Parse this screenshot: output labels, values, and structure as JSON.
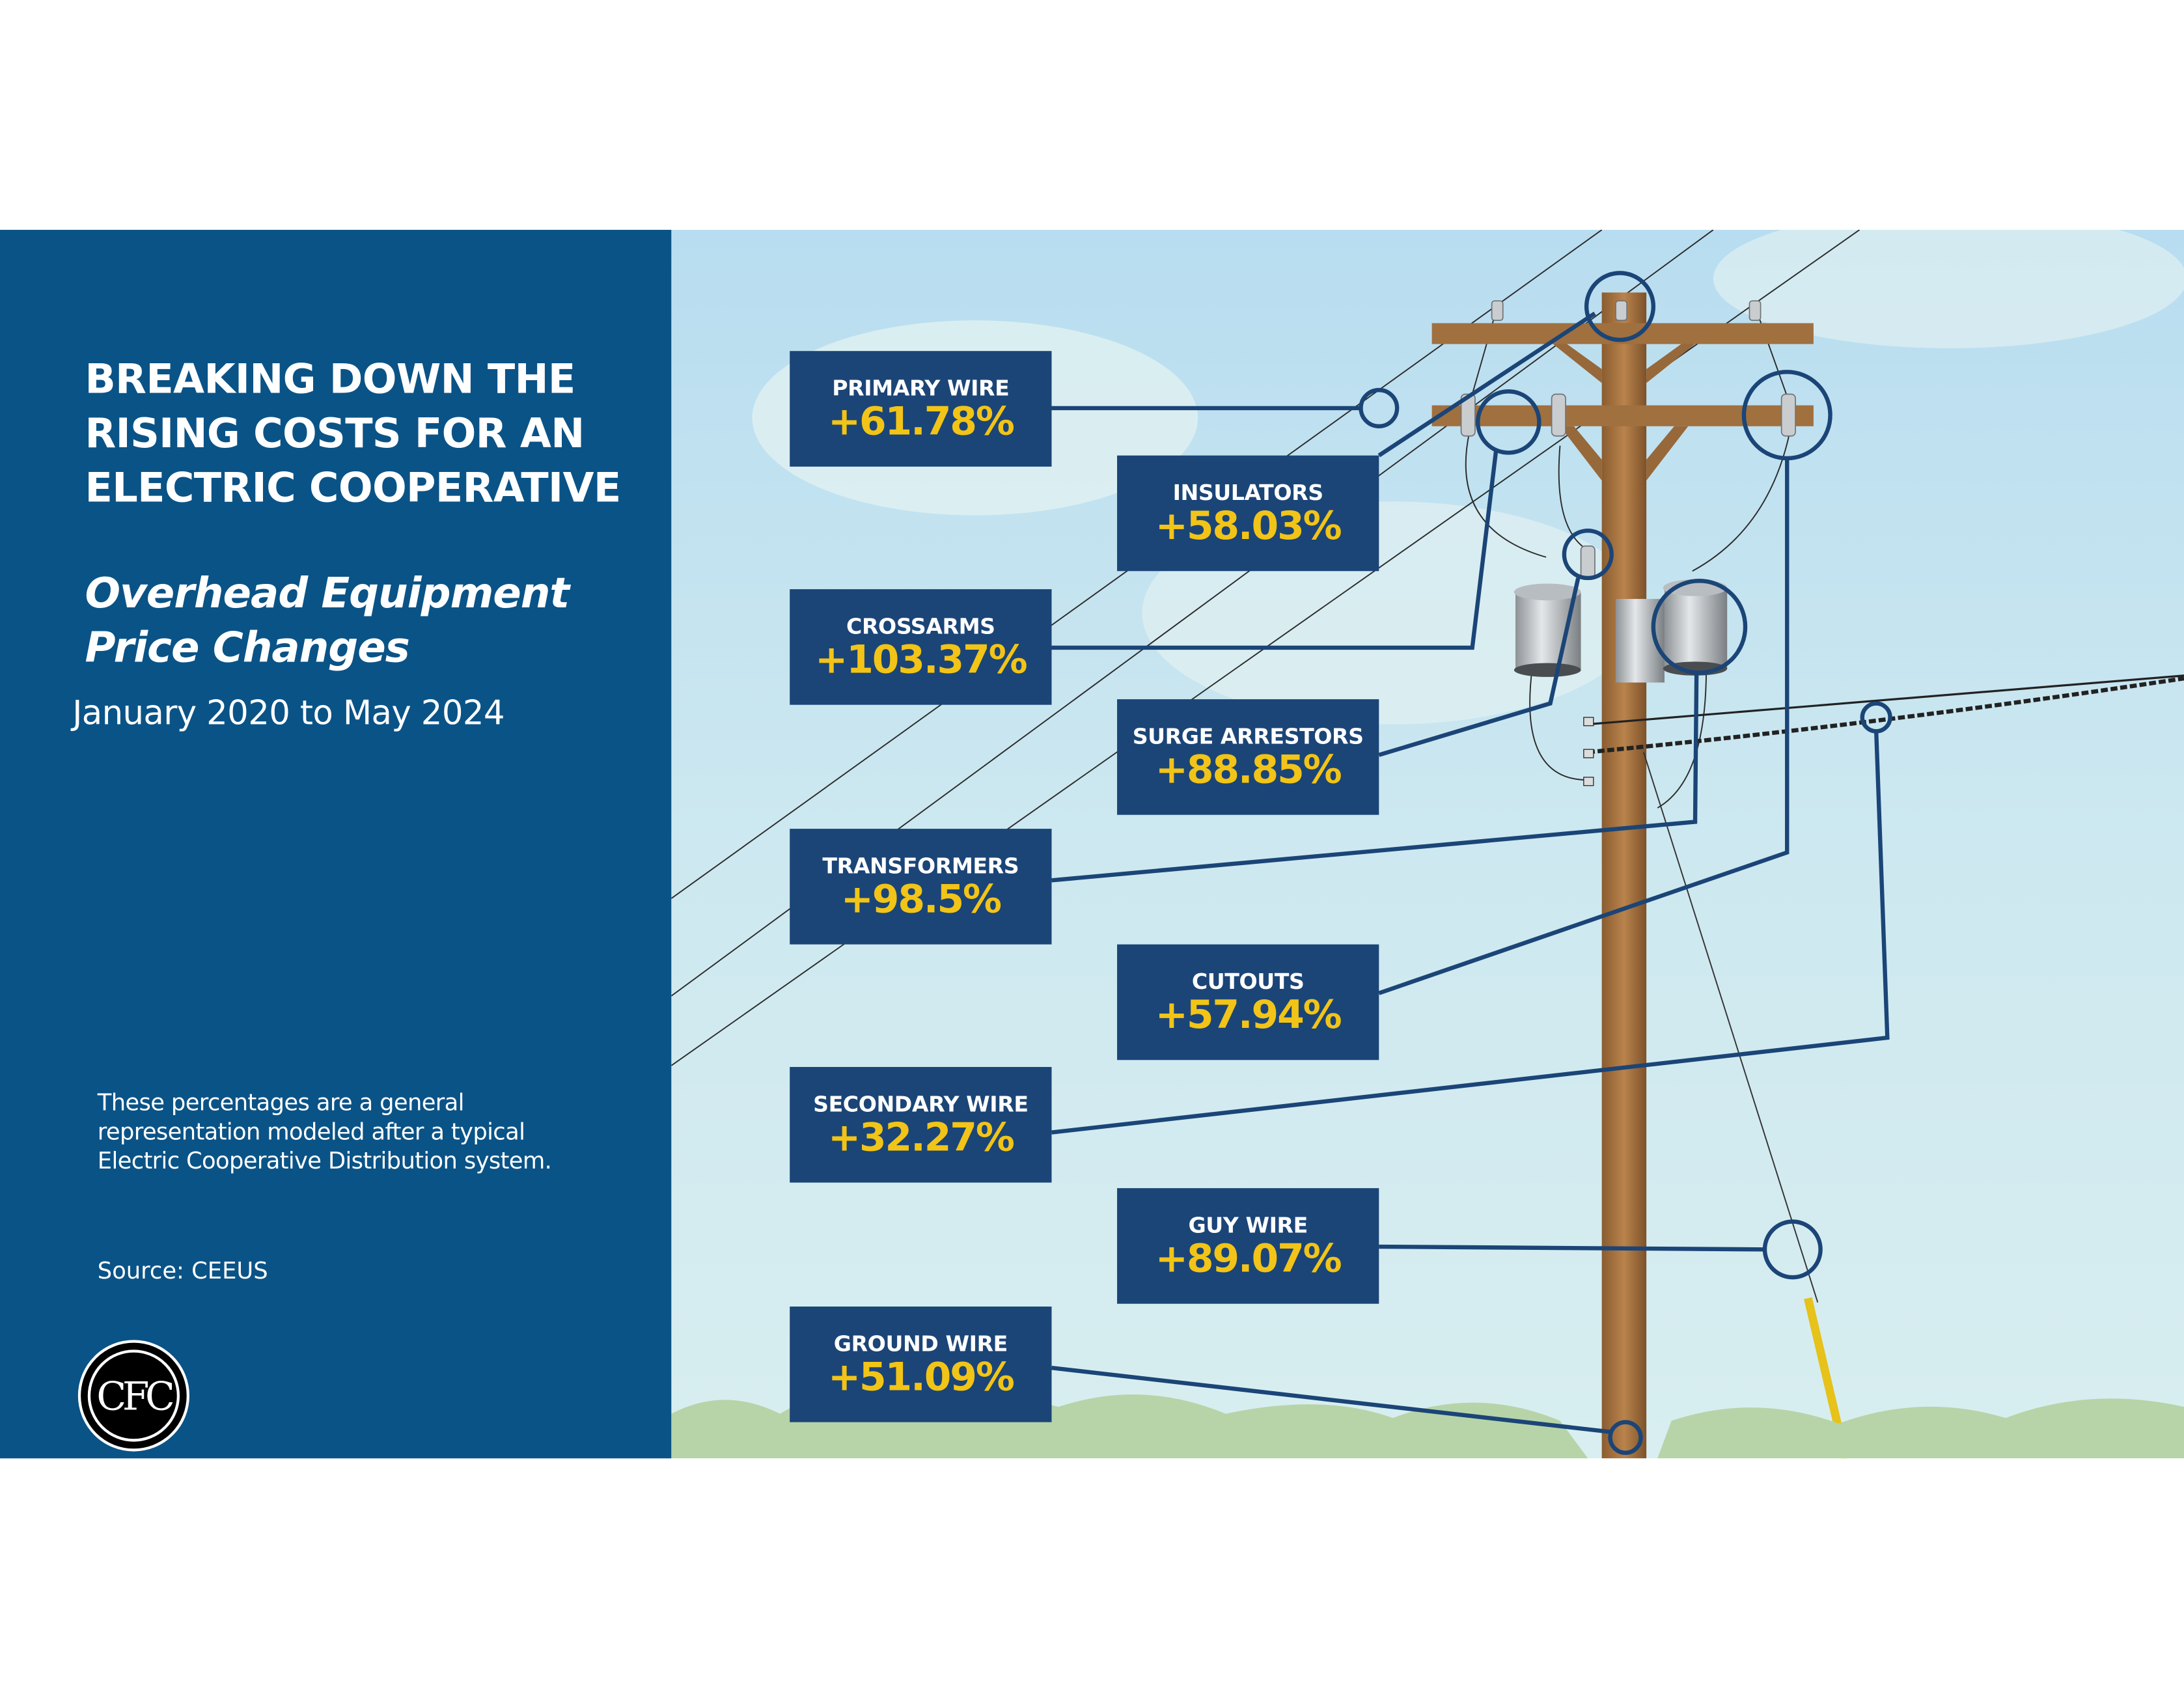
{
  "panel": {
    "title_lines": [
      "BREAKING DOWN THE",
      "RISING COSTS FOR AN",
      "ELECTRIC COOPERATIVE"
    ],
    "subtitle_lines": [
      "Overhead Equipment",
      "Price Changes"
    ],
    "date_range": "January 2020 to May 2024",
    "note_lines": [
      "These percentages are a general",
      "representation modeled after a typical",
      "Electric Cooperative Distribution system."
    ],
    "source": "Source: CEEUS",
    "logo_text": "CFC"
  },
  "items": [
    {
      "label": "PRIMARY WIRE",
      "value": "+61.78%"
    },
    {
      "label": "INSULATORS",
      "value": "+58.03%"
    },
    {
      "label": "CROSSARMS",
      "value": "+103.37%"
    },
    {
      "label": "SURGE ARRESTORS",
      "value": "+88.85%"
    },
    {
      "label": "TRANSFORMERS",
      "value": "+98.5%"
    },
    {
      "label": "CUTOUTS",
      "value": "+57.94%"
    },
    {
      "label": "SECONDARY WIRE",
      "value": "+32.27%"
    },
    {
      "label": "GUY WIRE",
      "value": "+89.07%"
    },
    {
      "label": "GROUND WIRE",
      "value": "+51.09%"
    }
  ],
  "colors": {
    "panel": "#0a5387",
    "box": "#1b4577",
    "value": "#f2c417",
    "pole": "#a0703f"
  }
}
